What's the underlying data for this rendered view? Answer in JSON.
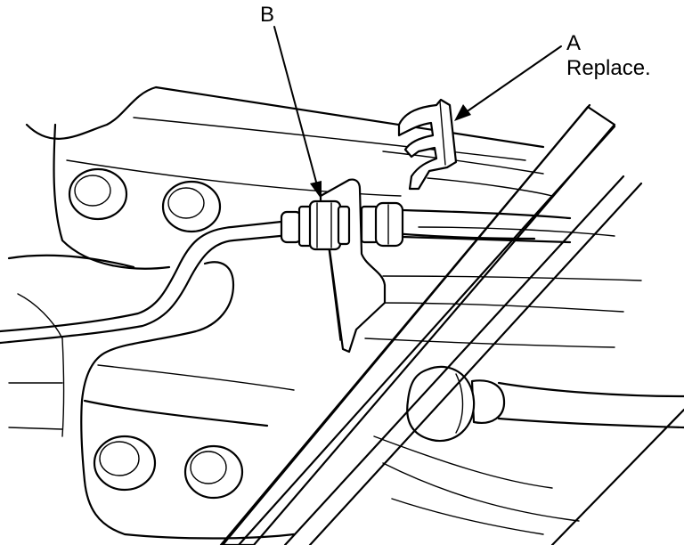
{
  "callouts": {
    "a": {
      "letter": "A",
      "note": "Replace."
    },
    "b": {
      "letter": "B"
    }
  },
  "colors": {
    "ink": "#000000",
    "paper": "#ffffff"
  }
}
